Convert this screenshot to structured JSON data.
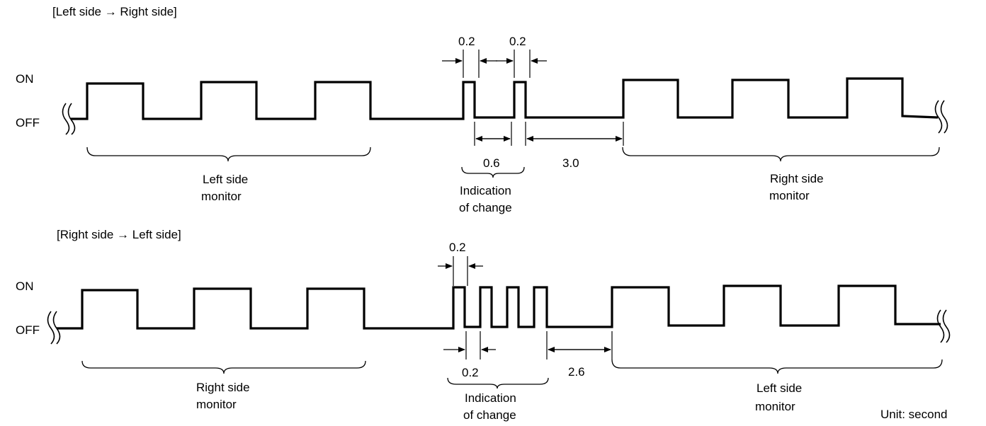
{
  "diagram_a": {
    "header": "[Left side → Right side]",
    "on_label": "ON",
    "off_label": "OFF",
    "dim_pulse_1": "0.2",
    "dim_pulse_2": "0.2",
    "dim_gap": "0.6",
    "dim_wait": "3.0",
    "left_group": [
      "Left side",
      "monitor"
    ],
    "change_group": [
      "Indication",
      "of change"
    ],
    "right_group": [
      "Right side",
      "monitor"
    ]
  },
  "diagram_b": {
    "header": "[Right side → Left side]",
    "on_label": "ON",
    "off_label": "OFF",
    "dim_pulse": "0.2",
    "dim_gap": "0.2",
    "dim_wait": "2.6",
    "left_group": [
      "Right side",
      "monitor"
    ],
    "change_group": [
      "Indication",
      "of change"
    ],
    "right_group": [
      "Left side",
      "monitor"
    ]
  },
  "unit_label": "Unit:  second"
}
